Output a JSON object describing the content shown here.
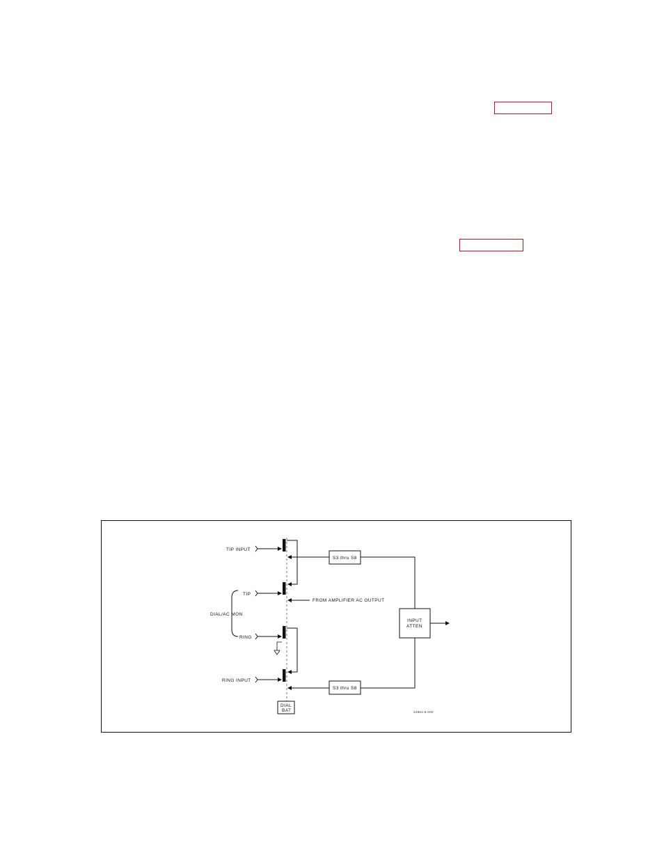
{
  "diagram": {
    "labels": {
      "tip_input": "TIP INPUT",
      "tip": "TIP",
      "dial_ac_mon": "DIAL/AC MON",
      "ring": "RING",
      "ring_input": "RING INPUT",
      "from_amplifier": "FROM AMPLIFIER AC OUTPUT",
      "switch_top": "S3 thru S8",
      "switch_bottom": "S3 thru S8",
      "input_atten_line1": "INPUT",
      "input_atten_line2": "ATTEN",
      "dial_bat_line1": "DIAL",
      "dial_bat_line2": "BAT",
      "figure_code": "24664-6-000"
    }
  },
  "colors": {
    "link_border": "#d01010",
    "line": "#111111"
  }
}
